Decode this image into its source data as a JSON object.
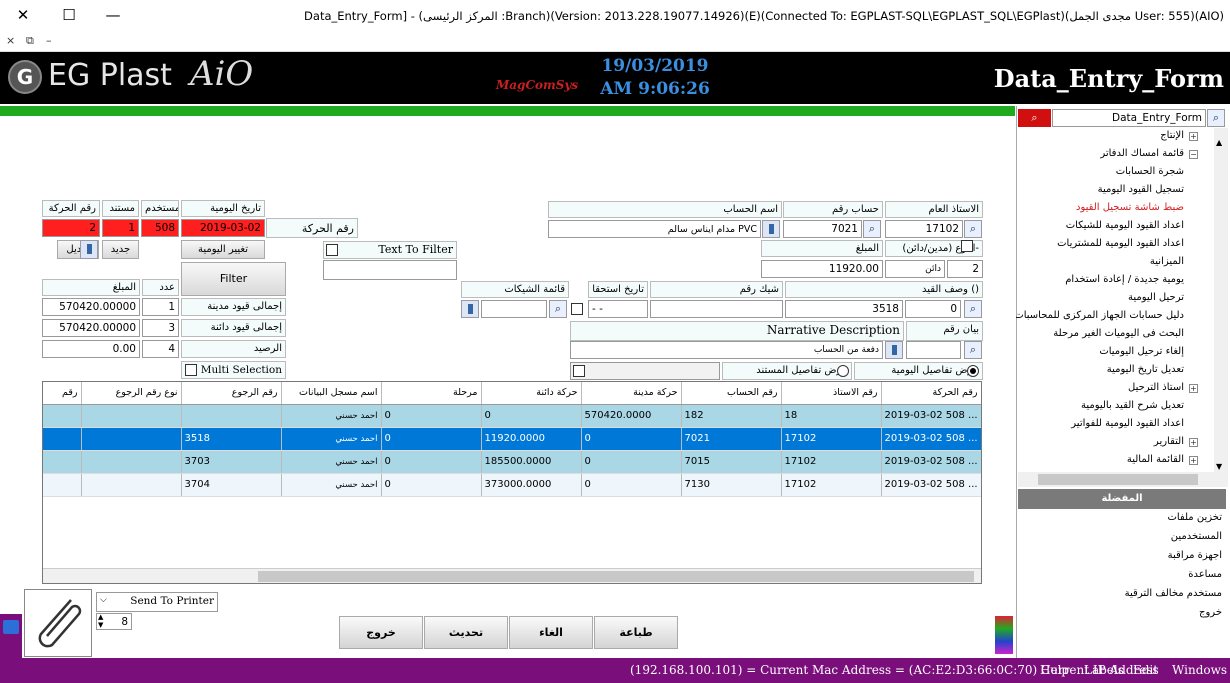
{
  "window": {
    "title": "Data_Entry_Form] - (المركز الرئيسى :Branch)(Version: 2013.228.19077.14926)(E)(Connected To: EGPLAST-SQL\\EGPLAST_SQL\\EGPlast)(مجدى الجمل User: 555)(AIO)",
    "close_glyph": "✕",
    "maximize_glyph": "☐",
    "minimize_glyph": "—",
    "mdi_close": "×",
    "mdi_restore": "⧉",
    "mdi_min": "–"
  },
  "header": {
    "logo_letter": "G",
    "logo_text": "EG Plast",
    "logo_aio": "AiO",
    "magcomsys": "MagComSys",
    "date": "19/03/2019",
    "time": "AM 9:06:26",
    "form_name": "Data_Entry_Form",
    "accent_green": "#1faa1f",
    "header_bg": "#000000"
  },
  "top_fields": {
    "move_no_label": "رقم الحركة",
    "move_no": "2",
    "doc_label": "مستند",
    "doc": "1",
    "user_label": "مستخدم",
    "user": "508",
    "journal_date_label": "تاريخ اليومية",
    "journal_date": "2019-03-02",
    "move_no_caption": "رقم الحركة",
    "new_button": "جديد",
    "edit_button": "تعديل",
    "change_journal_button": "تغيير اليومية",
    "filter_button": "Filter",
    "text_filter_label": "Text To Filter",
    "text_filter_value": ""
  },
  "totals": {
    "amount_header": "المبلغ",
    "count_header": "عدد",
    "debit_total": "570420.00000",
    "debit_count": "1",
    "debit_label": "إجمالى قيود مدينة",
    "credit_total": "570420.00000",
    "credit_count": "3",
    "credit_label": "إجمالى قيود دائنة",
    "balance_total": "0.00",
    "balance_count": "4",
    "balance_label": "الرصيد",
    "multi_selection": "Multi Selection"
  },
  "account": {
    "general_ledger_label": "الاستاذ العام",
    "general_ledger": "17102",
    "account_no_label": "حساب رقم",
    "account_no": "7021",
    "account_name_label": "اسم الحساب",
    "account_name": "مدام ايناس سالم PVC",
    "type_label": "النوع (مدين/دائن)-",
    "type_code": "2",
    "type_name": "دائن",
    "amount_label": "المبلغ",
    "amount": "11920.00",
    "entry_desc_label": "وصف القيد ()",
    "entry_desc_value": "0",
    "check_no_label": "شيك رقم",
    "check_no": "3518",
    "due_date_label": "تاريخ استحقا",
    "due_date": "-  -",
    "checks_list_label": "قائمة الشيكات",
    "checks_list": "",
    "statement_no_label": "بيان رقم",
    "statement_no": "",
    "narrative_label": "Narrative Description",
    "narrative": "دفعة من الحساب",
    "show_journal_details": "عرض تفاصيل اليومية",
    "show_doc_details": "عرض تفاصيل المستند"
  },
  "grid": {
    "columns": [
      "رقم الحركة",
      "رقم الاستاذ",
      "رقم الحساب",
      "حركة مدينة",
      "حركة دائنة",
      "مرحلة",
      "اسم مسجل البيانات",
      "رقم الرجوع",
      "نوع رقم الرجوع",
      "رقم"
    ],
    "rows": [
      {
        "move": "2019-03-02 508 ...",
        "ledger": "18",
        "account": "182",
        "debit": "570420.0000",
        "credit": "0",
        "stage": "0",
        "user": "احمد حسني",
        "ref": "",
        "ref_type": "",
        "no": ""
      },
      {
        "move": "2019-03-02 508 ...",
        "ledger": "17102",
        "account": "7021",
        "debit": "0",
        "credit": "11920.0000",
        "stage": "0",
        "user": "احمد حسني",
        "ref": "3518",
        "ref_type": "",
        "no": ""
      },
      {
        "move": "2019-03-02 508 ...",
        "ledger": "17102",
        "account": "7015",
        "debit": "0",
        "credit": "185500.0000",
        "stage": "0",
        "user": "احمد حسني",
        "ref": "3703",
        "ref_type": "",
        "no": ""
      },
      {
        "move": "2019-03-02 508 ...",
        "ledger": "17102",
        "account": "7130",
        "debit": "0",
        "credit": "373000.0000",
        "stage": "0",
        "user": "احمد حسني",
        "ref": "3704",
        "ref_type": "",
        "no": ""
      }
    ],
    "selected_row_color": "#0078d7",
    "row_color": "#a9d7e6"
  },
  "bottom": {
    "send_to_printer": "Send To Printer",
    "copies": "8",
    "exit_button": "خروج",
    "update_button": "تحديث",
    "cancel_button": "الغاء",
    "print_button": "طباعة"
  },
  "sidebar": {
    "search_value": "Data_Entry_Form",
    "tree": [
      {
        "label": "الإنتاج",
        "expander": "+",
        "active": false
      },
      {
        "label": "قائمة امساك الدفاتر",
        "expander": "−",
        "active": false
      },
      {
        "label": "شجرة الحسابات",
        "expander": "",
        "active": false
      },
      {
        "label": "تسجيل القيود اليومية",
        "expander": "",
        "active": false
      },
      {
        "label": "ضبط شاشة تسجيل القيود",
        "expander": "",
        "active": true
      },
      {
        "label": "اعداد القيود اليومية للشيكات",
        "expander": "",
        "active": false
      },
      {
        "label": "اعداد القيود اليومية للمشتريات",
        "expander": "",
        "active": false
      },
      {
        "label": "الميزانية",
        "expander": "",
        "active": false
      },
      {
        "label": "يومية جديدة / إعادة استخدام",
        "expander": "",
        "active": false
      },
      {
        "label": "ترحيل اليومية",
        "expander": "",
        "active": false
      },
      {
        "label": "دليل حسابات الجهاز المركزى للمحاسبات",
        "expander": "",
        "active": false
      },
      {
        "label": "البحث فى اليوميات الغير مرحلة",
        "expander": "",
        "active": false
      },
      {
        "label": "إلغاء ترحيل اليوميات",
        "expander": "",
        "active": false
      },
      {
        "label": "تعديل تاريخ اليومية",
        "expander": "",
        "active": false
      },
      {
        "label": "استاذ الترحيل",
        "expander": "+",
        "active": false
      },
      {
        "label": "تعديل شرح القيد باليومية",
        "expander": "",
        "active": false
      },
      {
        "label": "اعداد القيود اليومية للفواتير",
        "expander": "",
        "active": false
      },
      {
        "label": "التقارير",
        "expander": "+",
        "active": false
      },
      {
        "label": "القائمة المالية",
        "expander": "+",
        "active": false
      }
    ],
    "favorites_title": "المفضلة",
    "favorites": [
      "تخزين ملفات",
      "المستخدمين",
      "اجهزة مراقبة",
      "مساعدة",
      "مستخدم مخالف الترقية",
      "خروج"
    ]
  },
  "status": {
    "ip_text": "(192.168.100.101) = Current Mac Address = (AC:E2:D3:66:0C:70) Current IP Address",
    "menu": [
      "Help",
      "Labels",
      "Edit",
      "Windows"
    ],
    "bar_color": "#7a0e7a"
  }
}
